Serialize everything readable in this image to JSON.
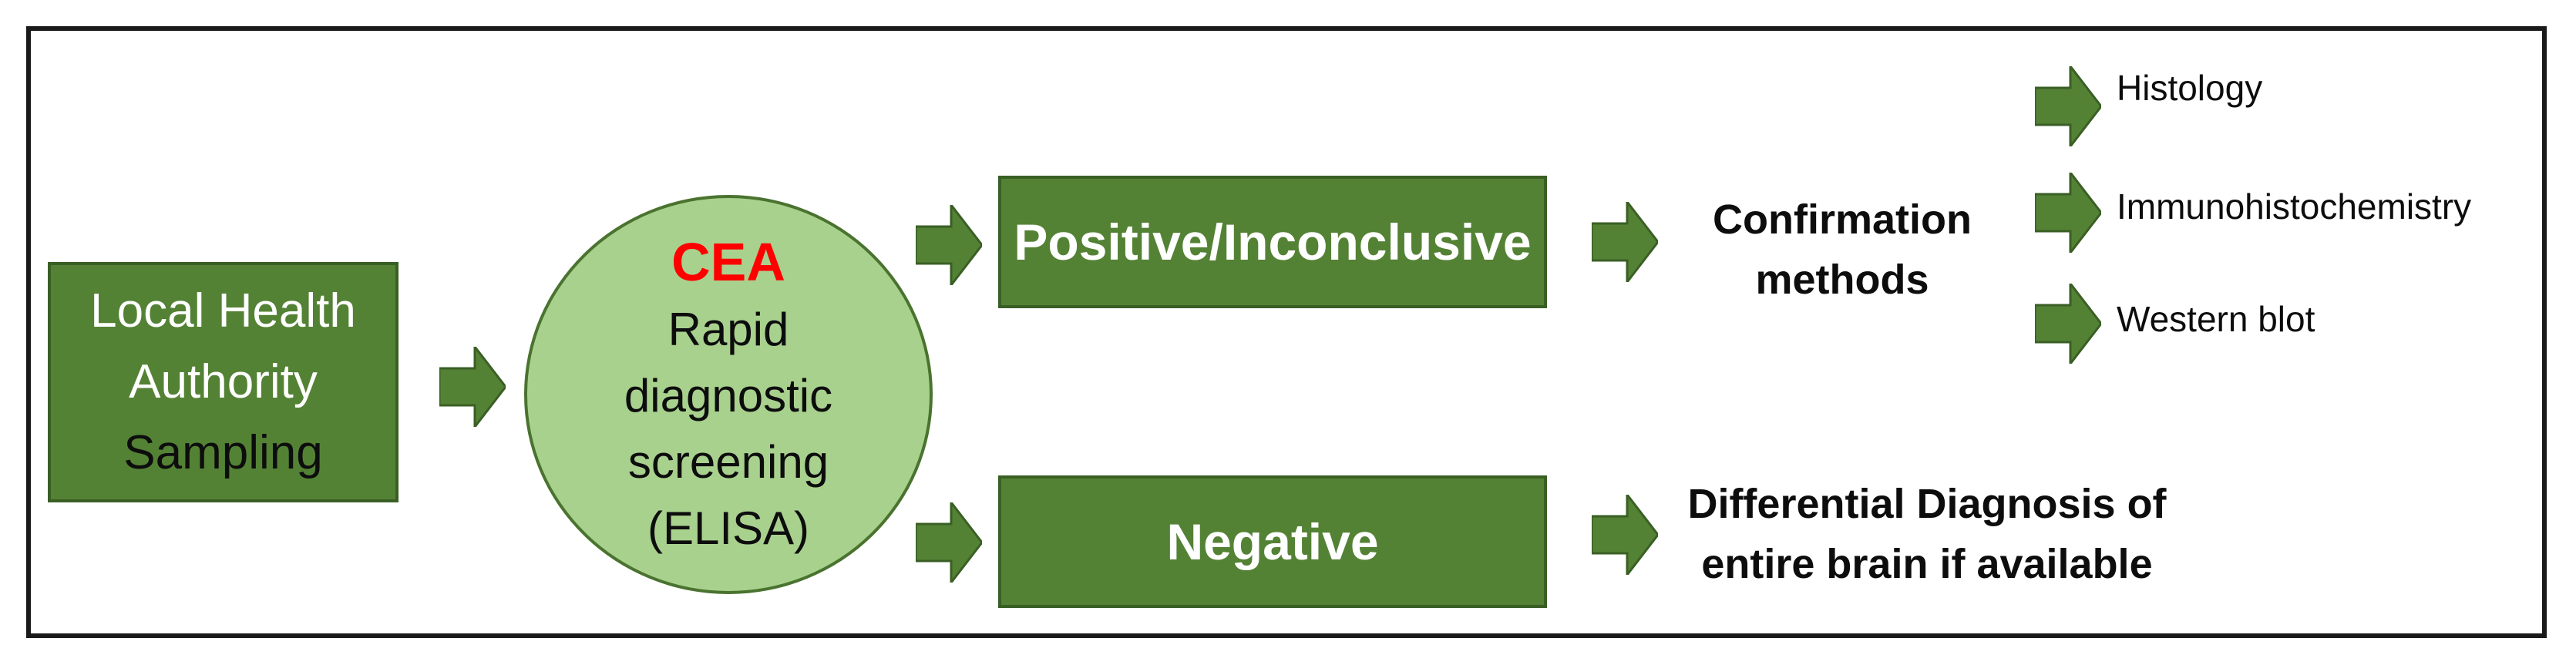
{
  "source": {
    "line1": "Local Health",
    "line2": "Authority",
    "line3": "Sampling"
  },
  "screening": {
    "title": "CEA",
    "line1": "Rapid",
    "line2": "diagnostic",
    "line3": "screening",
    "line4": "(ELISA)"
  },
  "positive": {
    "label": "Positive/Inconclusive"
  },
  "negative": {
    "label": "Negative"
  },
  "confirmation": {
    "line1": "Confirmation",
    "line2": "methods"
  },
  "differential": {
    "line1": "Differential Diagnosis of",
    "line2": "entire brain if available"
  },
  "methods": [
    "Histology",
    "Immunohistochemistry",
    "Western blot"
  ],
  "colors": {
    "box_fill": "#548235",
    "circle_fill": "#a9d18e",
    "arrow_fill": "#548235",
    "title_red": "#ff0000"
  }
}
